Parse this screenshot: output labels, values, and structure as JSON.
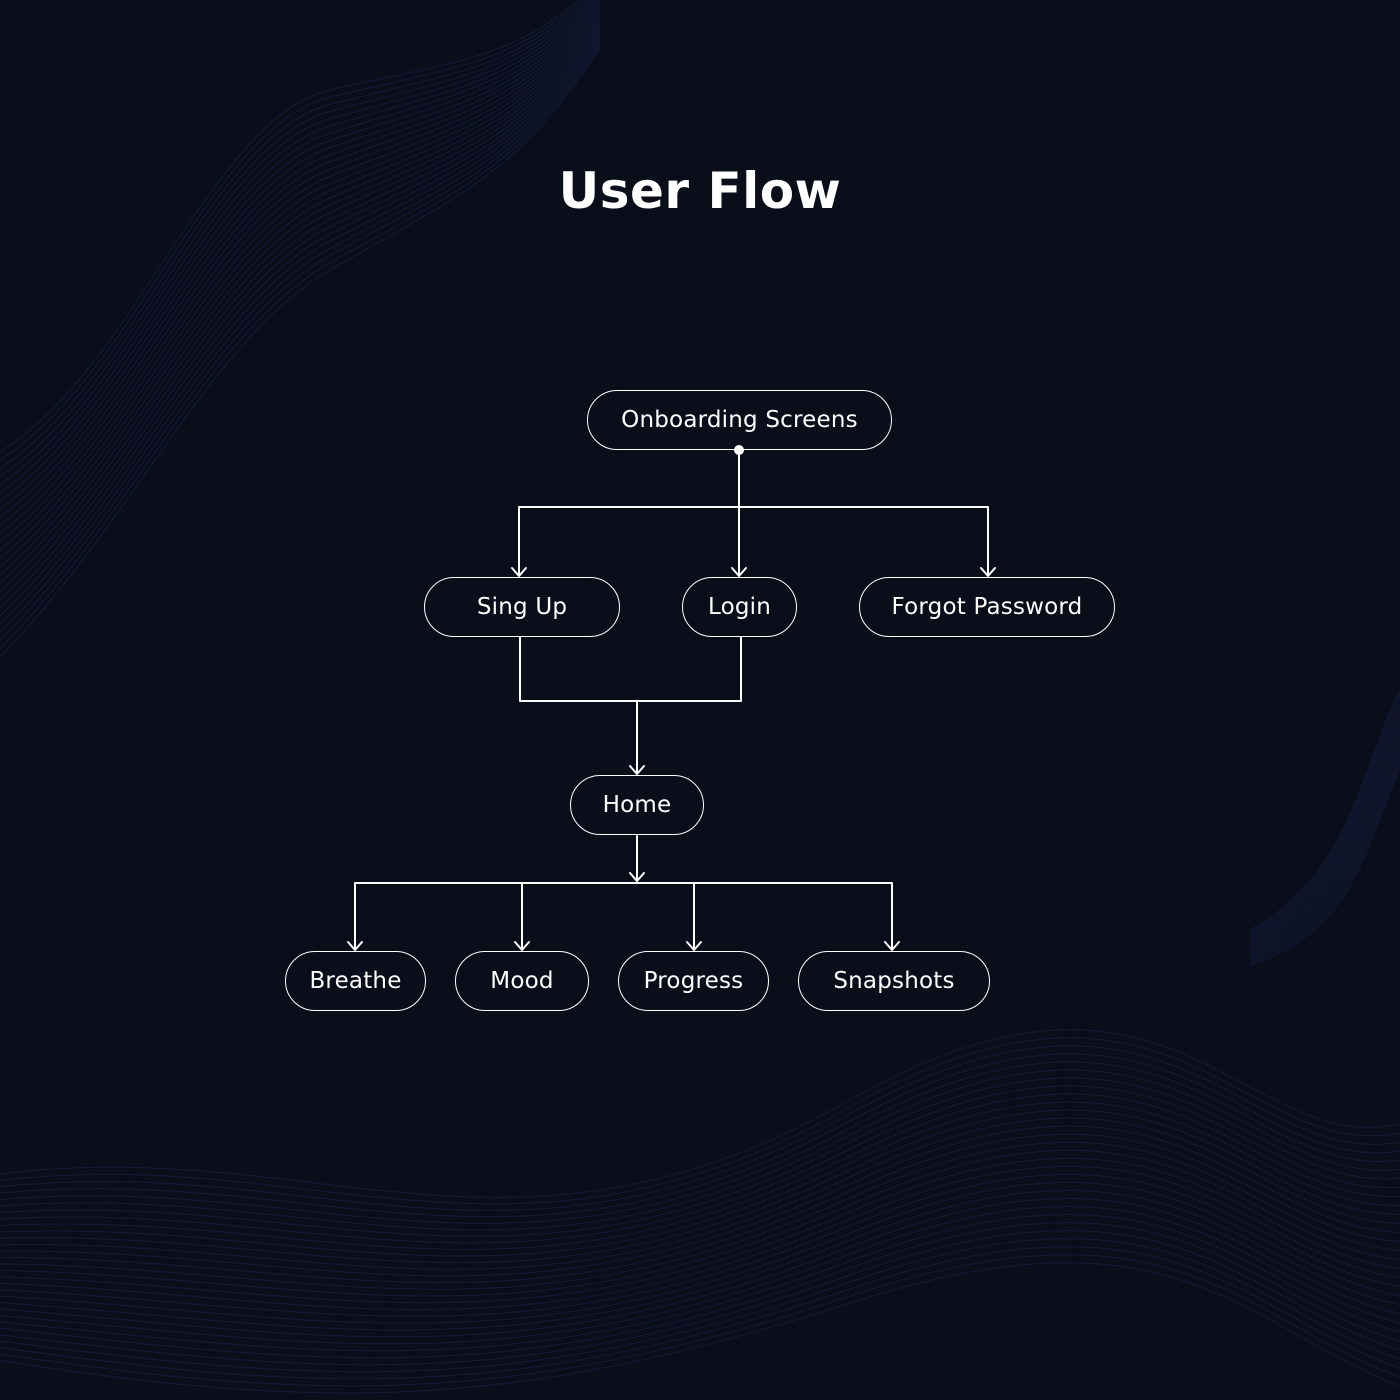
{
  "title": "User Flow",
  "nodes": {
    "onboarding": "Onboarding Screens",
    "signup": "Sing Up",
    "login": "Login",
    "forgot": "Forgot Password",
    "home": "Home",
    "breathe": "Breathe",
    "mood": "Mood",
    "progress": "Progress",
    "snapshots": "Snapshots"
  },
  "colors": {
    "background": "#0a0d1a",
    "foreground": "#ffffff",
    "wave": "#1e2a55"
  }
}
